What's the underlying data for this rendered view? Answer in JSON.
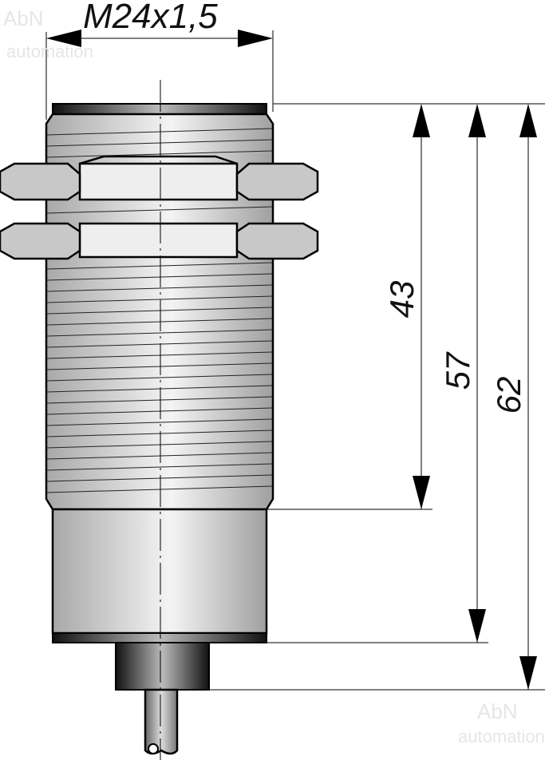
{
  "drawing": {
    "thread_label": "M24x1,5",
    "dimensions": [
      {
        "name": "thread-length",
        "value": "43"
      },
      {
        "name": "body-length",
        "value": "57"
      },
      {
        "name": "total-length",
        "value": "62"
      }
    ],
    "watermark": {
      "line1": "AbN",
      "line2": "automation"
    }
  }
}
